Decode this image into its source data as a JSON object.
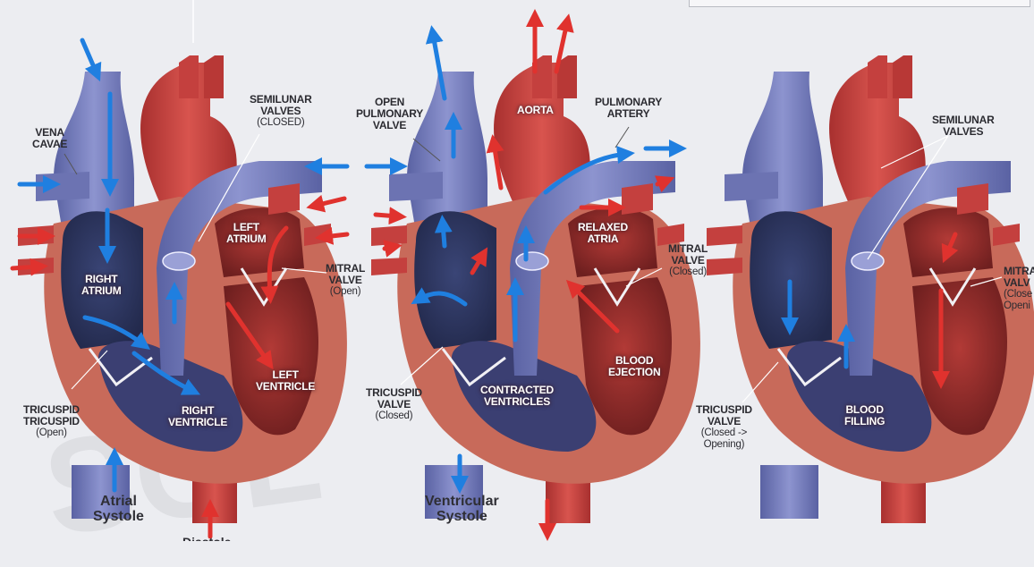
{
  "panels": [
    {
      "phase": [
        "Atrial",
        "Systole"
      ],
      "labels": {
        "vena_cavae": [
          "VENA",
          "CAVAE"
        ],
        "semilunar": [
          "SEMILUNAR",
          "VALVES"
        ],
        "semilunar_state": "(CLOSED)",
        "left_atrium": [
          "LEFT",
          "ATRIUM"
        ],
        "right_atrium": [
          "RIGHT",
          "ATRIUM"
        ],
        "mitral": [
          "MITRAL",
          "VALVE"
        ],
        "mitral_state": "(Open)",
        "left_ventricle": [
          "LEFT",
          "VENTRICLE"
        ],
        "right_ventricle": [
          "RIGHT",
          "VENTRICLE"
        ],
        "tricuspid": [
          "TRICUSPID",
          "TRICUSPID"
        ],
        "tricuspid_state": "(Open)"
      }
    },
    {
      "phase": [
        "Ventricular",
        "Systole"
      ],
      "labels": {
        "open_pulmonary": [
          "OPEN",
          "PULMONARY",
          "VALVE"
        ],
        "aorta": "AORTA",
        "pulmonary_artery": [
          "PULMONARY",
          "ARTERY"
        ],
        "relaxed_atria": [
          "RELAXED",
          "ATRIA"
        ],
        "mitral": [
          "MITRAL",
          "VALVE"
        ],
        "mitral_state": "(Closed)",
        "blood_ejection": [
          "BLOOD",
          "EJECTION"
        ],
        "contracted": [
          "CONTRACTED",
          "VENTRICLES"
        ],
        "tricuspid": [
          "TRICUSPID",
          "VALVE"
        ],
        "tricuspid_state": "(Closed)"
      }
    },
    {
      "labels": {
        "semilunar": [
          "SEMILUNAR",
          "VALVES"
        ],
        "mitral_cut": [
          "MITRA",
          "VALV"
        ],
        "mitral_state_cut": [
          "(Close",
          "Openi"
        ],
        "tricuspid": [
          "TRICUSPID",
          "VALVE"
        ],
        "tricuspid_state": [
          "(Closed ->",
          "Opening)"
        ],
        "blood_filling": [
          "BLOOD",
          "FILLING"
        ]
      }
    }
  ],
  "cut_caption": "Diastole",
  "watermark": "SOL",
  "colors": {
    "background": "#ecedf1",
    "vein": "#6f77b4",
    "artery": "#c4403e",
    "muscle": "#c86a5a",
    "blue_arrow": "#1f7fe0",
    "red_arrow": "#e0322e"
  }
}
